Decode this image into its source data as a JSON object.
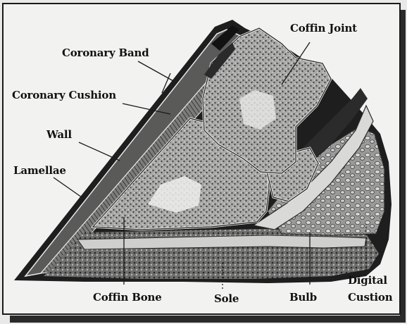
{
  "labels": {
    "coffin_joint": "Coffin Joint",
    "coronary_band": "Coronary Band",
    "coronary_cushion": "Coronary Cushion",
    "wall": "Wall",
    "lamellae": "Lamellae",
    "coffin_bone": "Coffin Bone",
    "sole": "Sole",
    "bulb": "Bulb",
    "digital_cushion_line1": "Digital",
    "digital_cushion_line2": "Custion"
  },
  "colors": {
    "ink": "#111111",
    "bone_texture": "#8d8d8d",
    "dark_tissue": "#2b2b2b",
    "light_region": "#f4f4f2"
  }
}
